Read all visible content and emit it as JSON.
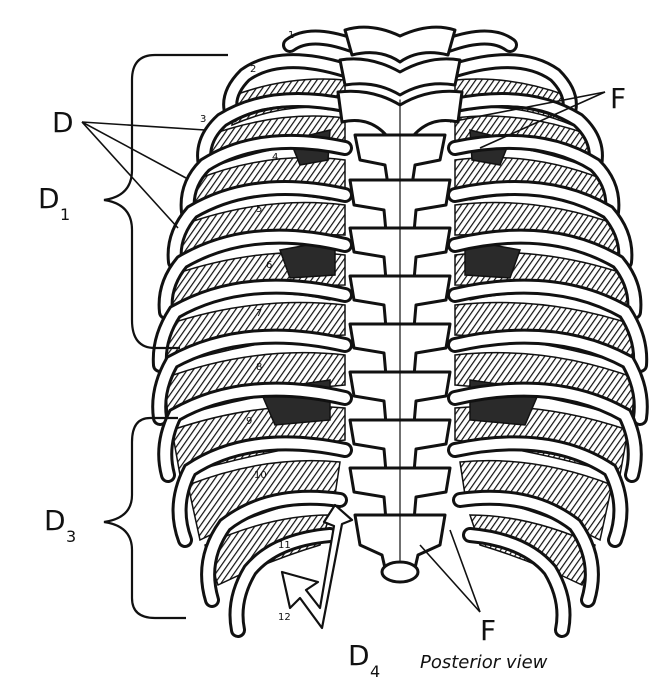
{
  "labels": {
    "D": "D",
    "F_top": "F",
    "F_bottom": "F",
    "D1_main": "D",
    "D1_sub": "1",
    "D3_main": "D",
    "D3_sub": "3",
    "D4_main": "D",
    "D4_sub": "4"
  },
  "rib_numbers": [
    "1",
    "2",
    "3",
    "4",
    "5",
    "6",
    "7",
    "8",
    "9",
    "10",
    "11",
    "12"
  ],
  "caption": "Posterior view"
}
